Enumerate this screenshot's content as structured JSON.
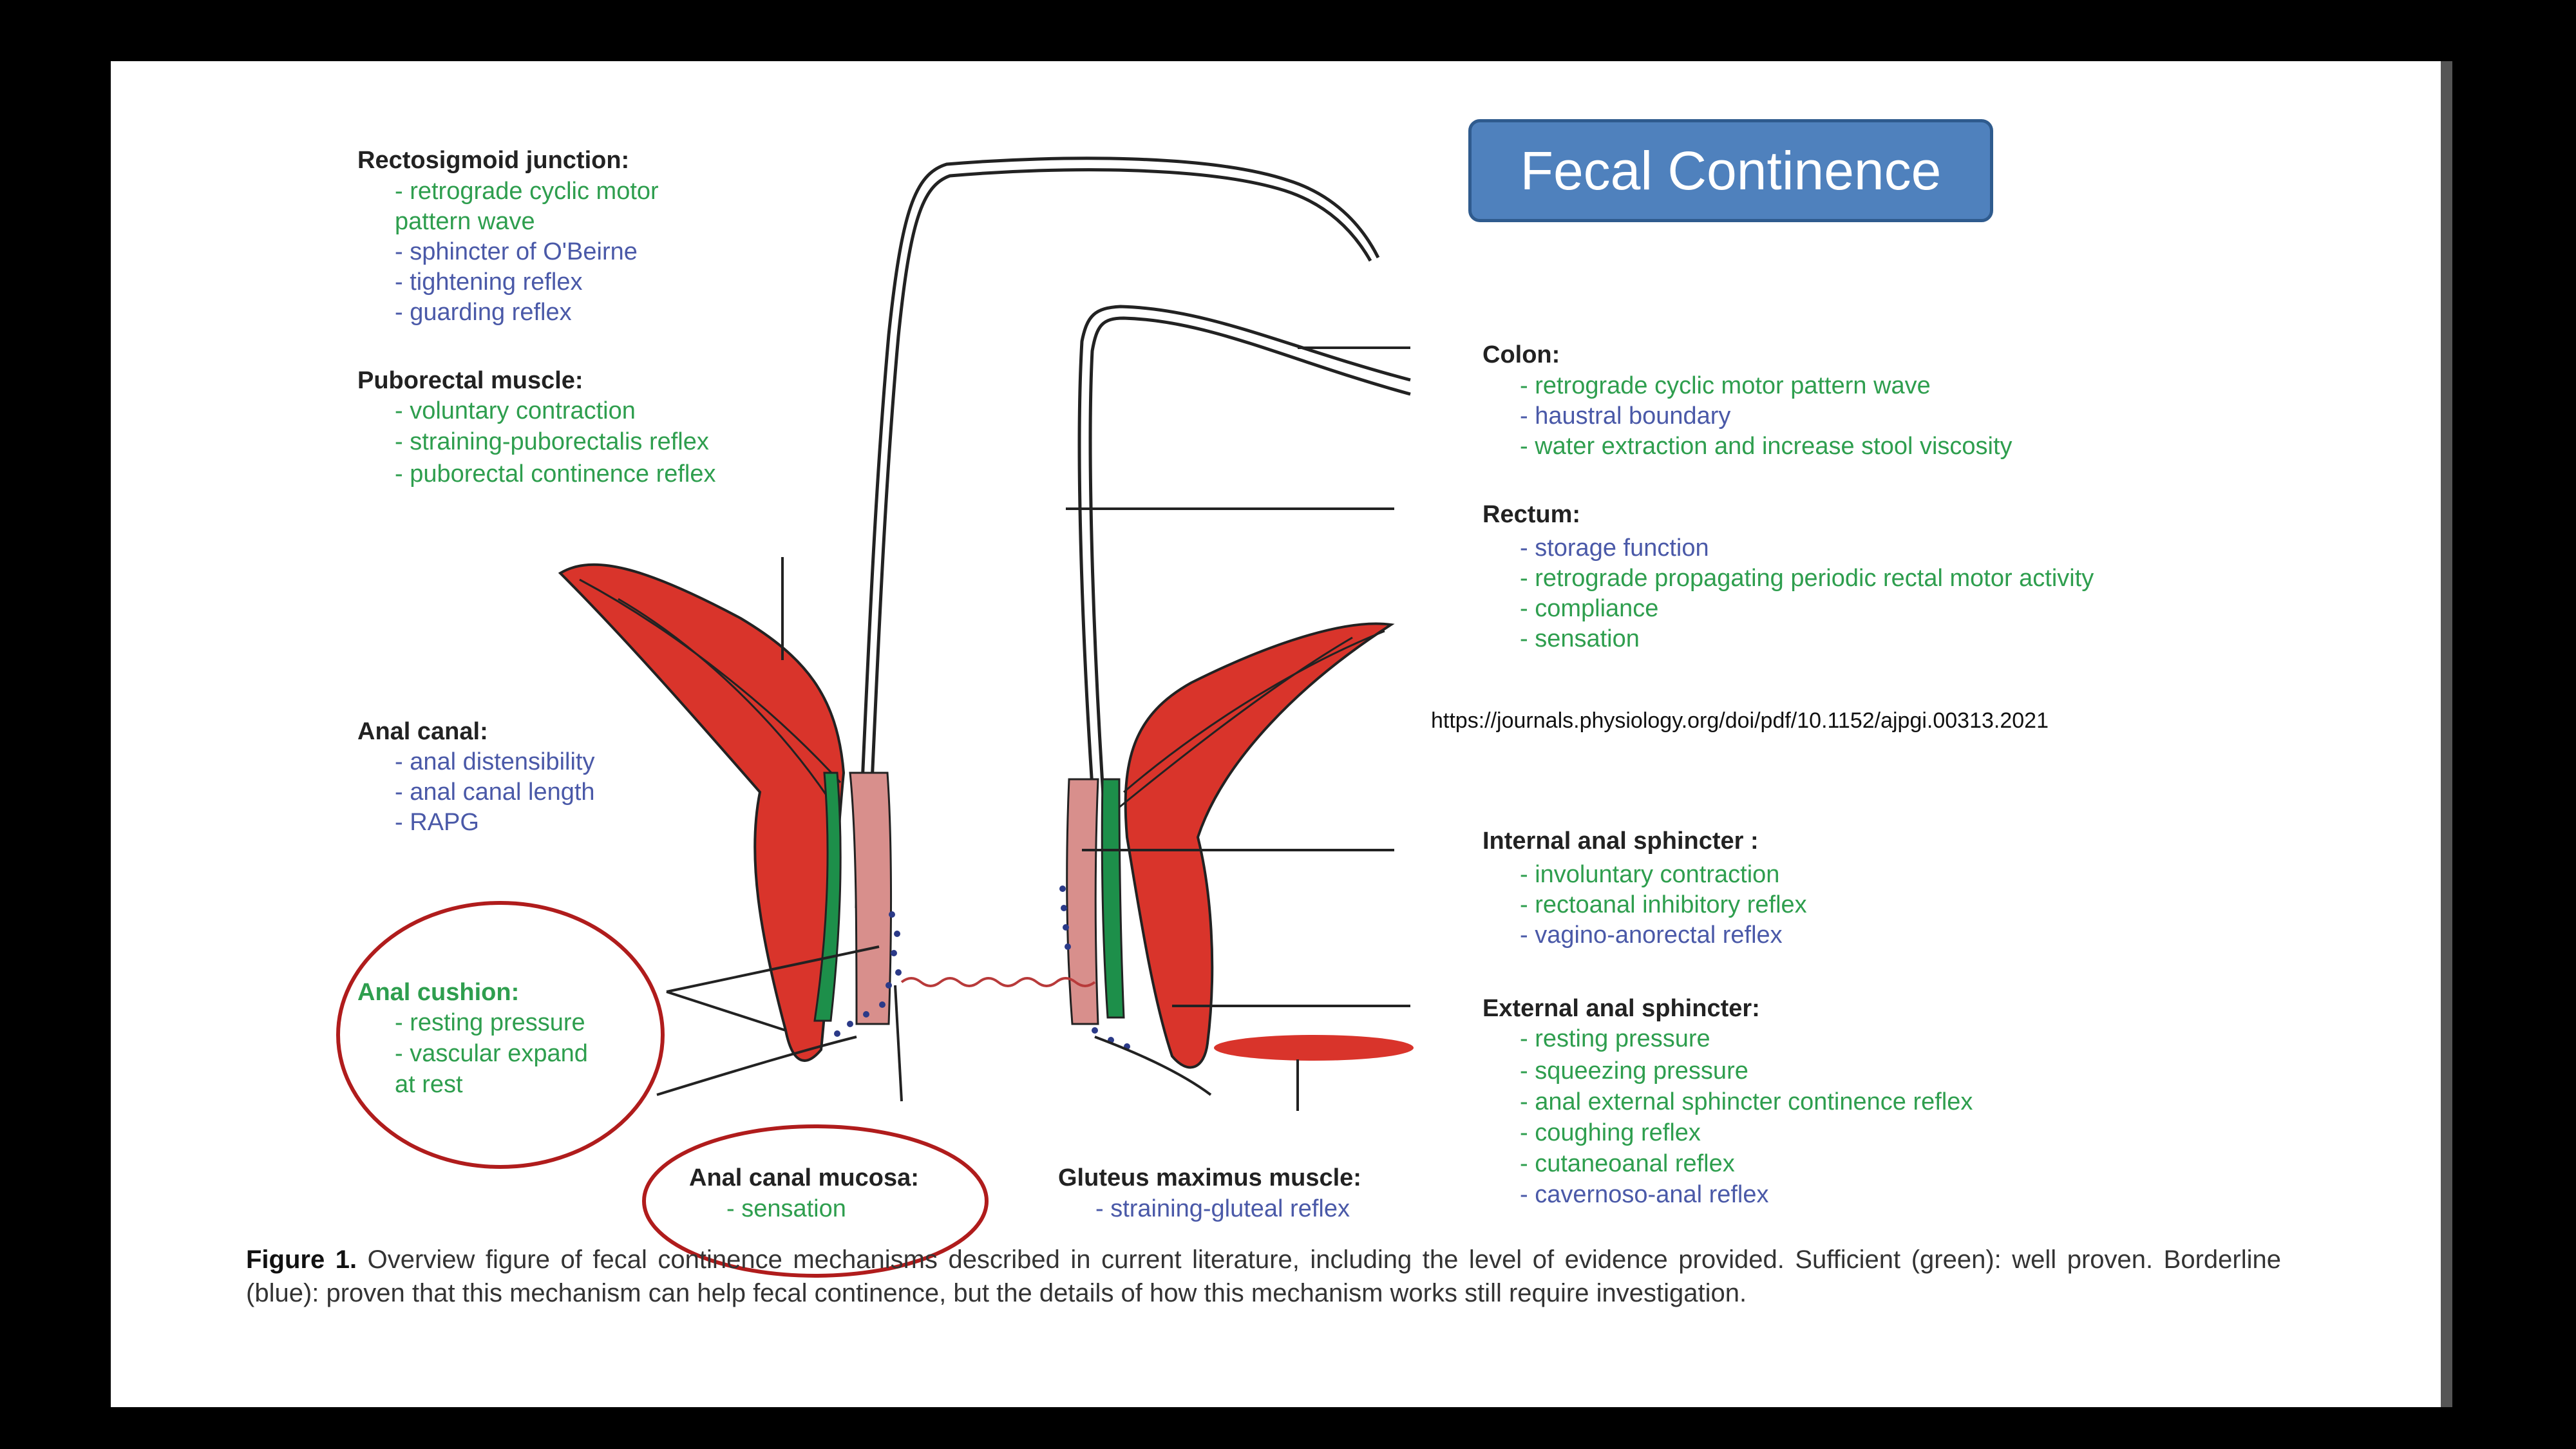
{
  "title": "Fecal Continence",
  "url": "https://journals.physiology.org/doi/pdf/10.1152/ajpgi.00313.2021",
  "colors": {
    "sufficient": "#2e9e4e",
    "borderline": "#4a59a8",
    "muscle": "#d9342b",
    "mucosa": "#d88f8c",
    "title_box": "#4f81bd",
    "highlight_circle": "#b01c1c"
  },
  "sections": {
    "rectosigmoid": {
      "header": "Rectosigmoid junction:",
      "items": [
        "- retrograde cyclic motor",
        "pattern wave",
        "- sphincter of O'Beirne",
        "- tightening reflex",
        "- guarding reflex"
      ]
    },
    "puborectal": {
      "header": "Puborectal muscle:",
      "items": [
        "- voluntary contraction",
        "- straining-puborectalis reflex",
        "- puborectal continence reflex"
      ]
    },
    "anal_canal": {
      "header": "Anal canal:",
      "items": [
        "- anal distensibility",
        "- anal canal length",
        "- RAPG"
      ]
    },
    "anal_cushion": {
      "header": "Anal cushion:",
      "items": [
        "- resting pressure",
        "- vascular expand",
        "at rest"
      ]
    },
    "anal_mucosa": {
      "header": "Anal canal mucosa:",
      "items": [
        "- sensation"
      ]
    },
    "gluteus": {
      "header": "Gluteus maximus muscle:",
      "items": [
        "- straining-gluteal reflex"
      ]
    },
    "colon": {
      "header": "Colon:",
      "items": [
        "- retrograde cyclic motor pattern wave",
        "- haustral boundary",
        "- water extraction and increase stool viscosity"
      ]
    },
    "rectum": {
      "header": "Rectum:",
      "items": [
        "- storage function",
        "- retrograde propagating periodic rectal motor activity",
        "- compliance",
        "- sensation"
      ]
    },
    "ias": {
      "header": "Internal anal sphincter :",
      "items": [
        "- involuntary contraction",
        "- rectoanal inhibitory reflex",
        "- vagino-anorectal reflex"
      ]
    },
    "eas": {
      "header": "External anal sphincter:",
      "items": [
        "- resting pressure",
        "- squeezing pressure",
        "- anal external sphincter continence reflex",
        "- coughing reflex",
        "- cutaneoanal reflex",
        "- cavernoso-anal reflex"
      ]
    }
  },
  "caption": {
    "label": "Figure 1.",
    "text": " Overview figure of fecal continence mechanisms described in current literature, including the level of evidence provided. Sufficient (green): well proven. Borderline (blue): proven that this mechanism can help fecal continence, but the details of how this mechanism works still require investigation."
  }
}
